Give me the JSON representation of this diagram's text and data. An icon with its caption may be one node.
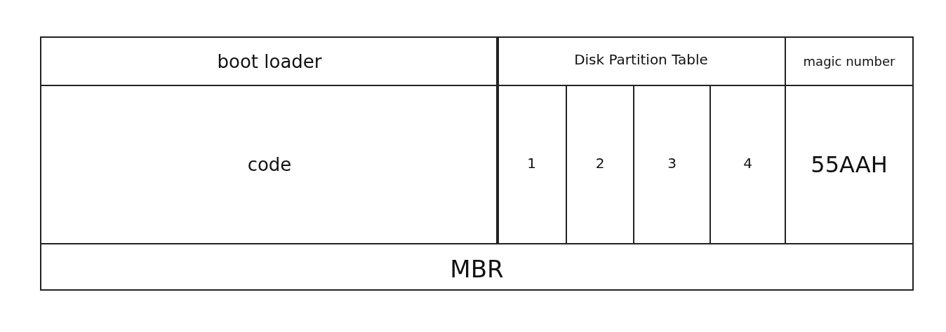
{
  "diagram": {
    "nodes": [
      {
        "text": [
          "boot loader"
        ]
      },
      {
        "text": [
          "Disk Partition Table"
        ]
      },
      {
        "text": [
          "magic number"
        ]
      },
      {
        "text": [
          "code"
        ]
      },
      {
        "text": [
          "1"
        ]
      },
      {
        "text": [
          "2"
        ]
      },
      {
        "text": [
          "3"
        ]
      },
      {
        "text": [
          "4"
        ]
      },
      {
        "text": [
          "55AAH"
        ]
      },
      {
        "text": [
          "MBR"
        ]
      }
    ]
  }
}
